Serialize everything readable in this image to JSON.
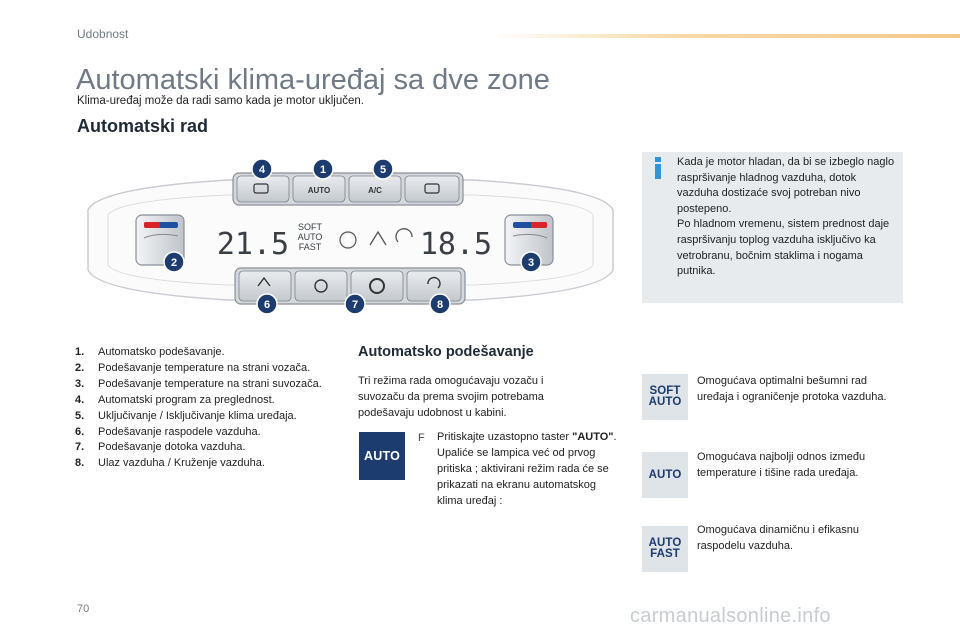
{
  "header": {
    "section": "Udobnost"
  },
  "title": "Automatski klima-uređaj sa dve zone",
  "subtitle": "Klima-uređaj može da radi samo kada je motor uključen.",
  "section_title": "Automatski rad",
  "panel": {
    "left_temp": "21.5",
    "right_temp": "18.5",
    "display_mode": [
      "SOFT",
      "AUTO",
      "FAST"
    ],
    "top_buttons": [
      "AUTO",
      "A/C"
    ],
    "callouts": [
      "1",
      "2",
      "3",
      "4",
      "5",
      "6",
      "7",
      "8"
    ]
  },
  "info_box": {
    "text1": "Kada je motor hladan, da bi se izbeglo naglo raspršivanje hladnog vazduha, dotok vazduha dostizaće svoj potreban nivo postepeno.",
    "text2": "Po hladnom vremenu, sistem prednost daje raspršivanju toplog vazduha isključivo ka vetrobranu, bočnim staklima i nogama putnika."
  },
  "legend": [
    {
      "num": "1.",
      "text": "Automatsko podešavanje."
    },
    {
      "num": "2.",
      "text": "Podešavanje temperature na strani vozača."
    },
    {
      "num": "3.",
      "text": "Podešavanje temperature na strani suvozača."
    },
    {
      "num": "4.",
      "text": "Automatski program za preglednost."
    },
    {
      "num": "5.",
      "text": "Uključivanje / Isključivanje klima uređaja."
    },
    {
      "num": "6.",
      "text": "Podešavanje raspodele vazduha."
    },
    {
      "num": "7.",
      "text": "Podešavanje dotoka vazduha."
    },
    {
      "num": "8.",
      "text": "Ulaz vazduha / Kruženje vazduha."
    }
  ],
  "auto_section": {
    "title": "Automatsko podešavanje",
    "desc": "Tri režima rada omogućavaju vozaču i suvozaču da prema svojim potrebama podešavaju udobnost u kabini.",
    "badge": "AUTO",
    "press_bullet": "F",
    "press_text_a": "Pritiskajte uzastopno taster ",
    "press_key": "\"AUTO\"",
    "press_text_b": ". Upaliće se lampica već od prvog pritiska ; aktivirani režim rada će se prikazati na ekranu automatskog klima uređaj :"
  },
  "modes": [
    {
      "lines": [
        "SOFT",
        "AUTO"
      ],
      "text": "Omogućava optimalni bešumni rad uređaja i ograničenje protoka vazduha."
    },
    {
      "lines": [
        "AUTO"
      ],
      "text": "Omogućava najbolji odnos između temperature i tišine rada uređaja."
    },
    {
      "lines": [
        "AUTO",
        "FAST"
      ],
      "text": "Omogućava dinamičnu i efikasnu raspodelu vazduha."
    }
  ],
  "page_number": "70",
  "watermark": "carmanualsonline.info"
}
